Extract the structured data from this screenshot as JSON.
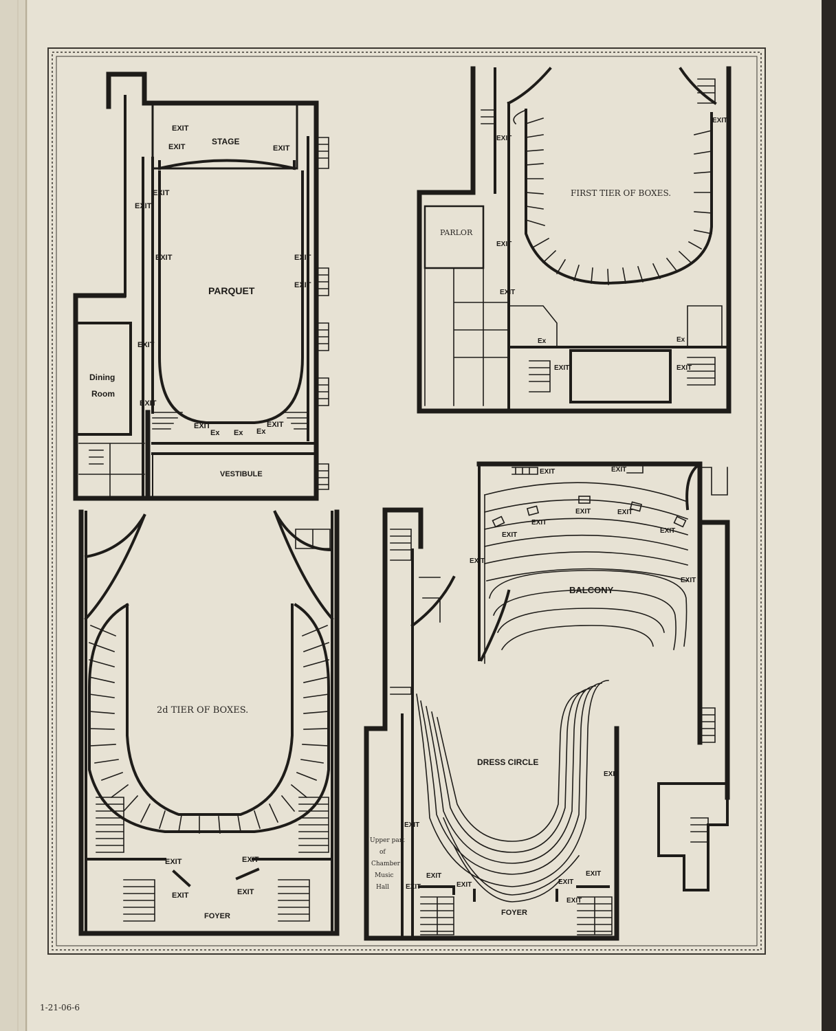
{
  "colors": {
    "paper": "#e7e2d4",
    "ink": "#1e1c19",
    "background": "#2b2622"
  },
  "plans": {
    "parquet": {
      "title": "PARQUET",
      "stage": "STAGE",
      "vestibule": "VESTIBULE",
      "dining_room_line1": "Dining",
      "dining_room_line2": "Room",
      "exit": "EXIT",
      "ex": "Ex"
    },
    "first_tier": {
      "title": "FIRST TIER OF BOXES.",
      "parlor": "PARLOR",
      "exit": "EXIT",
      "ex": "Ex"
    },
    "second_tier": {
      "title": "2d TIER OF BOXES.",
      "foyer": "FOYER",
      "exit": "EXIT"
    },
    "balcony": {
      "title": "BALCONY",
      "exit": "EXIT"
    },
    "dress_circle": {
      "title": "DRESS CIRCLE",
      "foyer": "FOYER",
      "exit": "EXIT",
      "chamber_line1": "Upper part",
      "chamber_line2": "of",
      "chamber_line3": "Chamber",
      "chamber_line4": "Music",
      "chamber_line5": "Hall"
    }
  },
  "margin_note": "1-21-06-6"
}
